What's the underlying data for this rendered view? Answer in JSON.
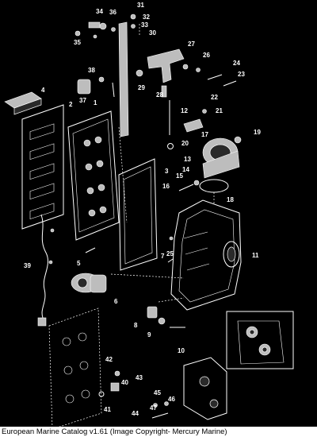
{
  "diagram": {
    "caption": "European Marine Catalog v1.61 (Image Copyright- Mercury Marine)",
    "part_numbers": [
      "1",
      "2",
      "3",
      "4",
      "5",
      "6",
      "7",
      "8",
      "9",
      "10",
      "11",
      "12",
      "13",
      "14",
      "15",
      "16",
      "17",
      "18",
      "19",
      "20",
      "21",
      "22",
      "23",
      "24",
      "25",
      "26",
      "27",
      "28",
      "29",
      "30",
      "31",
      "32",
      "33",
      "34",
      "35",
      "36",
      "37",
      "38",
      "39",
      "40",
      "41",
      "42",
      "43",
      "44",
      "45",
      "46",
      "47"
    ],
    "colors": {
      "background": "#000000",
      "line": "#ffffff",
      "caption_bar": "#ffffff",
      "caption_text": "#000000"
    }
  }
}
